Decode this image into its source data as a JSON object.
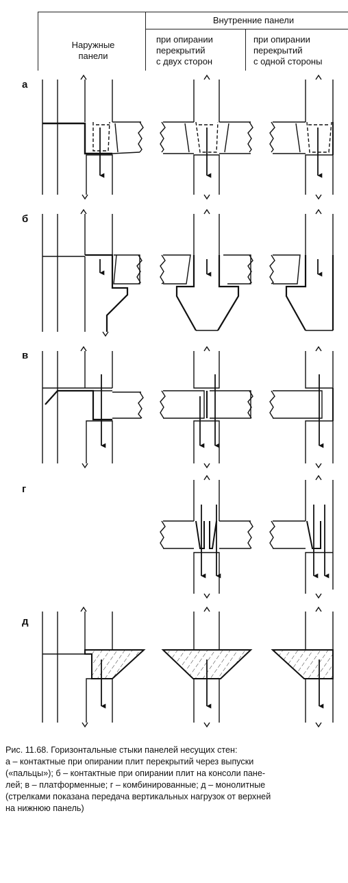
{
  "header": {
    "col_outer": "Наружные\nпанели",
    "group_inner": "Внутренние панели",
    "col_two_sides": "при опирании\nперекрытий\nс двух сторон",
    "col_one_side": "при опирании\nперекрытий\nс одной стороны"
  },
  "rows": [
    {
      "label": "а"
    },
    {
      "label": "б"
    },
    {
      "label": "в"
    },
    {
      "label": "г"
    },
    {
      "label": "д"
    }
  ],
  "caption": {
    "title": "Рис. 11.68. Горизонтальные стыки панелей несущих стен:",
    "line1": "а – контактные при опирании плит перекрытий через выпуски",
    "line2": "(«пальцы»); б – контактные при опирании плит на консоли пане-",
    "line3": "лей; в – платформенные; г – комбинированные; д – монолитные",
    "line4": "(стрелками показана передача вертикальных нагрузок от верхней",
    "line5": "на нижнюю панель)"
  }
}
